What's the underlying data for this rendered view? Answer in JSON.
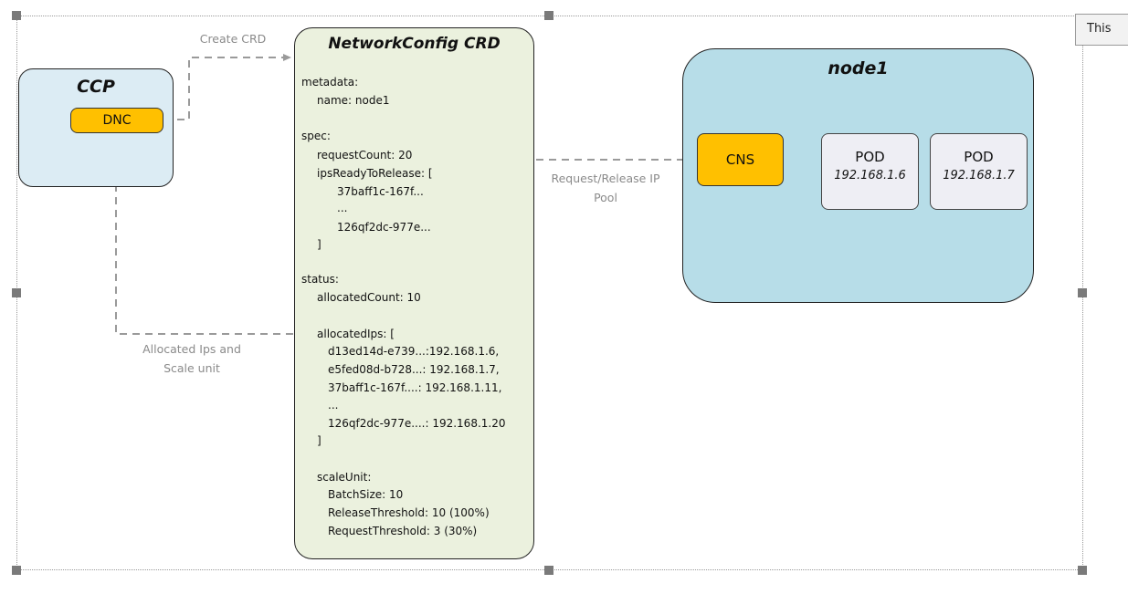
{
  "ccp": {
    "title": "CCP",
    "dnc_label": "DNC"
  },
  "crd": {
    "title": "NetworkConfig CRD",
    "lines": [
      "metadata:",
      "name: node1",
      "spec:",
      "requestCount: 20",
      "ipsReadyToRelease: [",
      "37baff1c-167f...",
      "...",
      "126qf2dc-977e...",
      "]",
      "status:",
      "allocatedCount: 10",
      "allocatedIps: [",
      "d13ed14d-e739...:192.168.1.6,",
      "e5fed08d-b728...: 192.168.1.7,",
      "37baff1c-167f....: 192.168.1.11,",
      "...",
      "126qf2dc-977e....:  192.168.1.20",
      "]",
      "scaleUnit:",
      "BatchSize: 10",
      "ReleaseThreshold: 10 (100%)",
      "RequestThreshold: 3  (30%)"
    ]
  },
  "node": {
    "title": "node1",
    "cns_label": "CNS",
    "pods": [
      {
        "label": "POD",
        "ip": "192.168.1.6"
      },
      {
        "label": "POD",
        "ip": "192.168.1.7"
      }
    ]
  },
  "labels": {
    "create_crd": "Create CRD",
    "request_release_line1": "Request/Release IP",
    "request_release_line2": "Pool",
    "allocated_line1": "Allocated Ips and",
    "allocated_line2": "Scale unit"
  },
  "side_tab": "This"
}
